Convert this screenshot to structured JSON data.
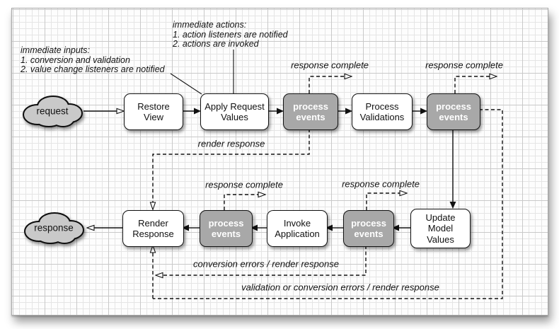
{
  "diagram": {
    "clouds": {
      "request": "request",
      "response": "response"
    },
    "nodes": {
      "restore_view": "Restore\nView",
      "apply_request_values": "Apply Request\nValues",
      "process_events": "process\nevents",
      "process_validations": "Process\nValidations",
      "update_model_values": "Update\nModel\nValues",
      "invoke_application": "Invoke\nApplication",
      "render_response": "Render\nResponse"
    },
    "notes": {
      "immediate_inputs": "immediate inputs:\n1. conversion and validation\n2. value change listeners are notified",
      "immediate_actions": "immediate actions:\n1. action listeners are notified\n2. actions are invoked"
    },
    "edge_labels": {
      "response_complete": "response complete",
      "render_response": "render response",
      "conversion_errors": "conversion errors / render response",
      "validation_or_conversion_errors": "validation or conversion errors / render response"
    },
    "colors": {
      "process_events_fill": "#a8a8a8",
      "cloud_fill": "#c9c9c9",
      "line": "#111111"
    }
  }
}
